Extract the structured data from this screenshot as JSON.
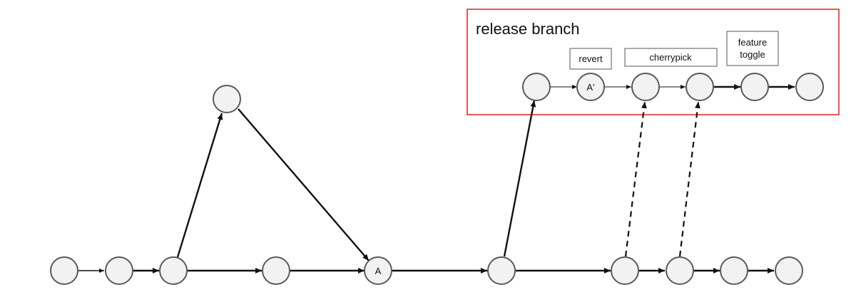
{
  "region": {
    "title": "release branch"
  },
  "tags": {
    "revert": "revert",
    "cherrypick": "cherrypick",
    "feature_toggle_line1": "feature",
    "feature_toggle_line2": "toggle"
  },
  "nodes": {
    "a": "A",
    "a_prime": "A'"
  }
}
